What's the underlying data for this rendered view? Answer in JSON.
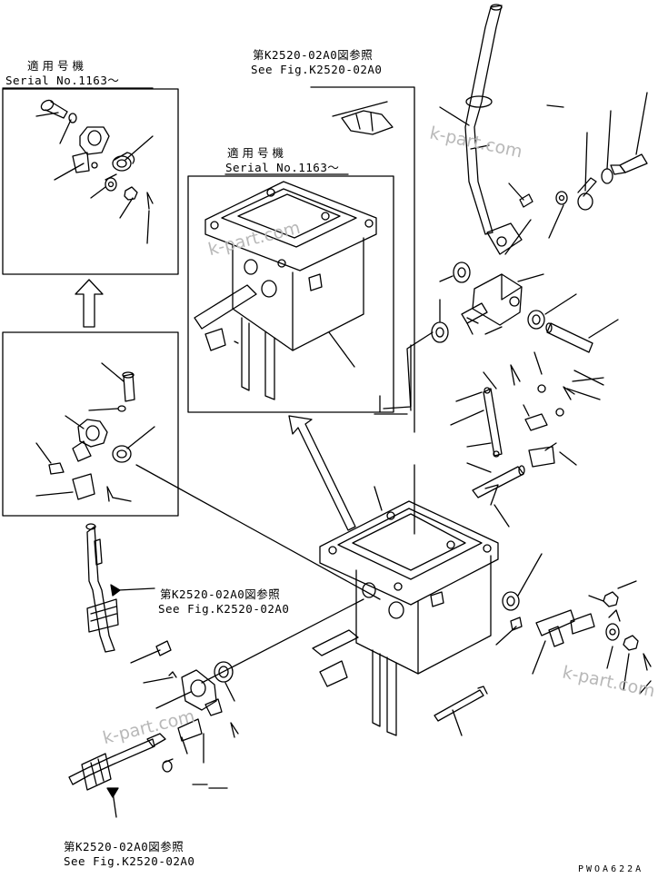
{
  "callouts": {
    "top_left_jp": "適用号機",
    "top_left_en": "Serial No.1163～",
    "center_jp": "適用号機",
    "center_en": "Serial No.1163～",
    "top_ref_jp": "第K2520-02A0図参照",
    "top_ref_en": "See Fig.K2520-02A0",
    "mid_ref_jp": "第K2520-02A0図参照",
    "mid_ref_en": "See Fig.K2520-02A0",
    "bottom_ref_jp": "第K2520-02A0図参照",
    "bottom_ref_en": "See Fig.K2520-02A0"
  },
  "watermarks": [
    "k-part.com",
    "k-part.com",
    "k-part.com",
    "k-part.com"
  ],
  "drawing_code": "PWOA622A"
}
